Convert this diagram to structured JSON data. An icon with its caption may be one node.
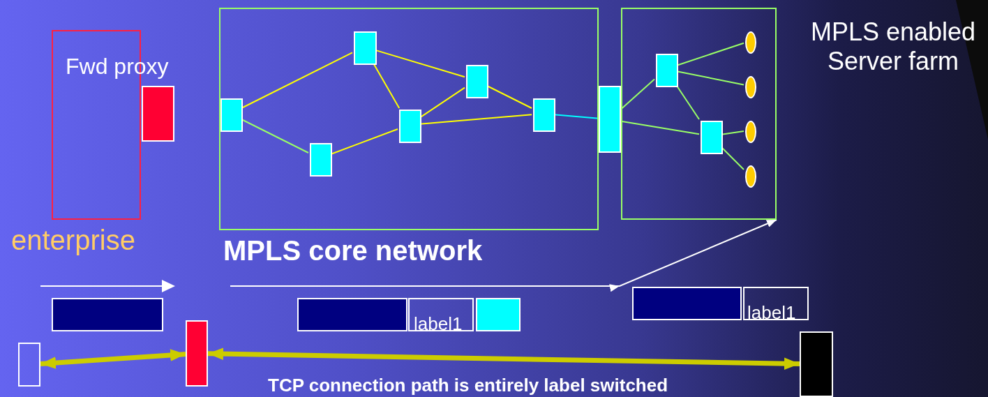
{
  "diagram": {
    "nodes": [
      {
        "text": [
          "Fwd proxy"
        ],
        "beside": [
          "enterprise"
        ]
      },
      {
        "text": [],
        "shape": "box"
      },
      {
        "text": [
          "MPLS core network"
        ]
      },
      {
        "text": [],
        "shape": "box",
        "in": 2
      },
      {
        "text": [],
        "shape": "box",
        "in": 2
      },
      {
        "text": [],
        "shape": "box",
        "in": 2
      },
      {
        "text": [],
        "shape": "box",
        "in": 2
      },
      {
        "text": [],
        "shape": "box",
        "in": 2
      },
      {
        "text": [],
        "shape": "box",
        "in": 2
      },
      {
        "text": [],
        "shape": "box"
      },
      {
        "text": [
          "MPLS enabled Server farm"
        ]
      },
      {
        "text": [],
        "shape": "box",
        "in": 10
      },
      {
        "text": [],
        "shape": "box",
        "in": 10
      },
      {
        "text": [],
        "shape": "circle",
        "in": 10
      },
      {
        "text": [],
        "shape": "circle",
        "in": 10
      },
      {
        "text": [],
        "shape": "circle",
        "in": 10
      },
      {
        "text": [],
        "shape": "circle",
        "in": 10
      },
      {
        "text": [],
        "shape": "box"
      },
      {
        "text": [],
        "shape": "box"
      },
      {
        "text": [],
        "shape": "box"
      },
      {
        "text": [],
        "shape": "box"
      },
      {
        "text": [],
        "shape": "box"
      },
      {
        "text": [
          "label1"
        ]
      },
      {
        "text": [],
        "shape": "box"
      },
      {
        "text": [],
        "shape": "box"
      },
      {
        "text": [
          "label1"
        ]
      }
    ],
    "edges": [
      {
        "from": 3,
        "to": 4,
        "arrow": "none",
        "color": "#ffff00"
      },
      {
        "from": 3,
        "to": 5,
        "arrow": "none"
      },
      {
        "from": 5,
        "to": 6,
        "arrow": "none",
        "color": "#ffff00"
      },
      {
        "from": 4,
        "to": 6,
        "arrow": "none",
        "color": "#ffff00"
      },
      {
        "from": 4,
        "to": 7,
        "arrow": "none",
        "color": "#ffff00"
      },
      {
        "from": 6,
        "to": 7,
        "arrow": "none",
        "color": "#ffff00"
      },
      {
        "from": 6,
        "to": 8,
        "arrow": "none",
        "color": "#ffff00"
      },
      {
        "from": 7,
        "to": 8,
        "arrow": "none",
        "color": "#ffff00"
      },
      {
        "from": 8,
        "to": 9,
        "arrow": "none",
        "color": "#00ffff"
      },
      {
        "from": 9,
        "to": 11,
        "arrow": "none"
      },
      {
        "from": 9,
        "to": 12,
        "arrow": "none"
      },
      {
        "from": 11,
        "to": 12,
        "arrow": "none"
      },
      {
        "from": 11,
        "to": 13,
        "arrow": "none"
      },
      {
        "from": 11,
        "to": 14,
        "arrow": "none"
      },
      {
        "from": 12,
        "to": 15,
        "arrow": "none"
      },
      {
        "from": 12,
        "to": 16,
        "arrow": "none"
      },
      {
        "from": 17,
        "to": 18,
        "arrow": "both",
        "style": "thick",
        "color": "#cccc00"
      },
      {
        "from": 18,
        "to": 19,
        "arrow": "both",
        "style": "thick",
        "color": "#cccc00"
      },
      {
        "from": null,
        "to": 10,
        "arrow": "to",
        "color": "#ffffff"
      }
    ],
    "labels": [
      "TCP connection path is entirely label switched"
    ]
  }
}
